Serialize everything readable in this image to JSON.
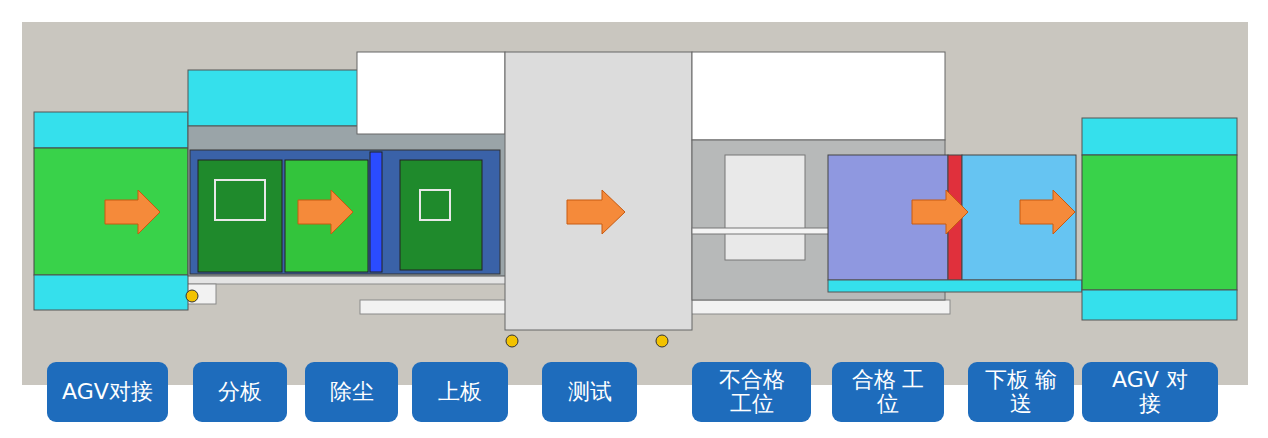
{
  "diagram": {
    "nodes": [
      {
        "text": [
          "AGV对接"
        ]
      },
      {
        "text": [
          "分板"
        ]
      },
      {
        "text": [
          "除尘"
        ]
      },
      {
        "text": [
          "上板"
        ]
      },
      {
        "text": [
          "测试"
        ]
      },
      {
        "text": [
          "不合格 工位"
        ]
      },
      {
        "text": [
          "合格 工位"
        ]
      },
      {
        "text": [
          "下板 输送"
        ]
      },
      {
        "text": [
          "AGV 对接"
        ]
      }
    ]
  }
}
